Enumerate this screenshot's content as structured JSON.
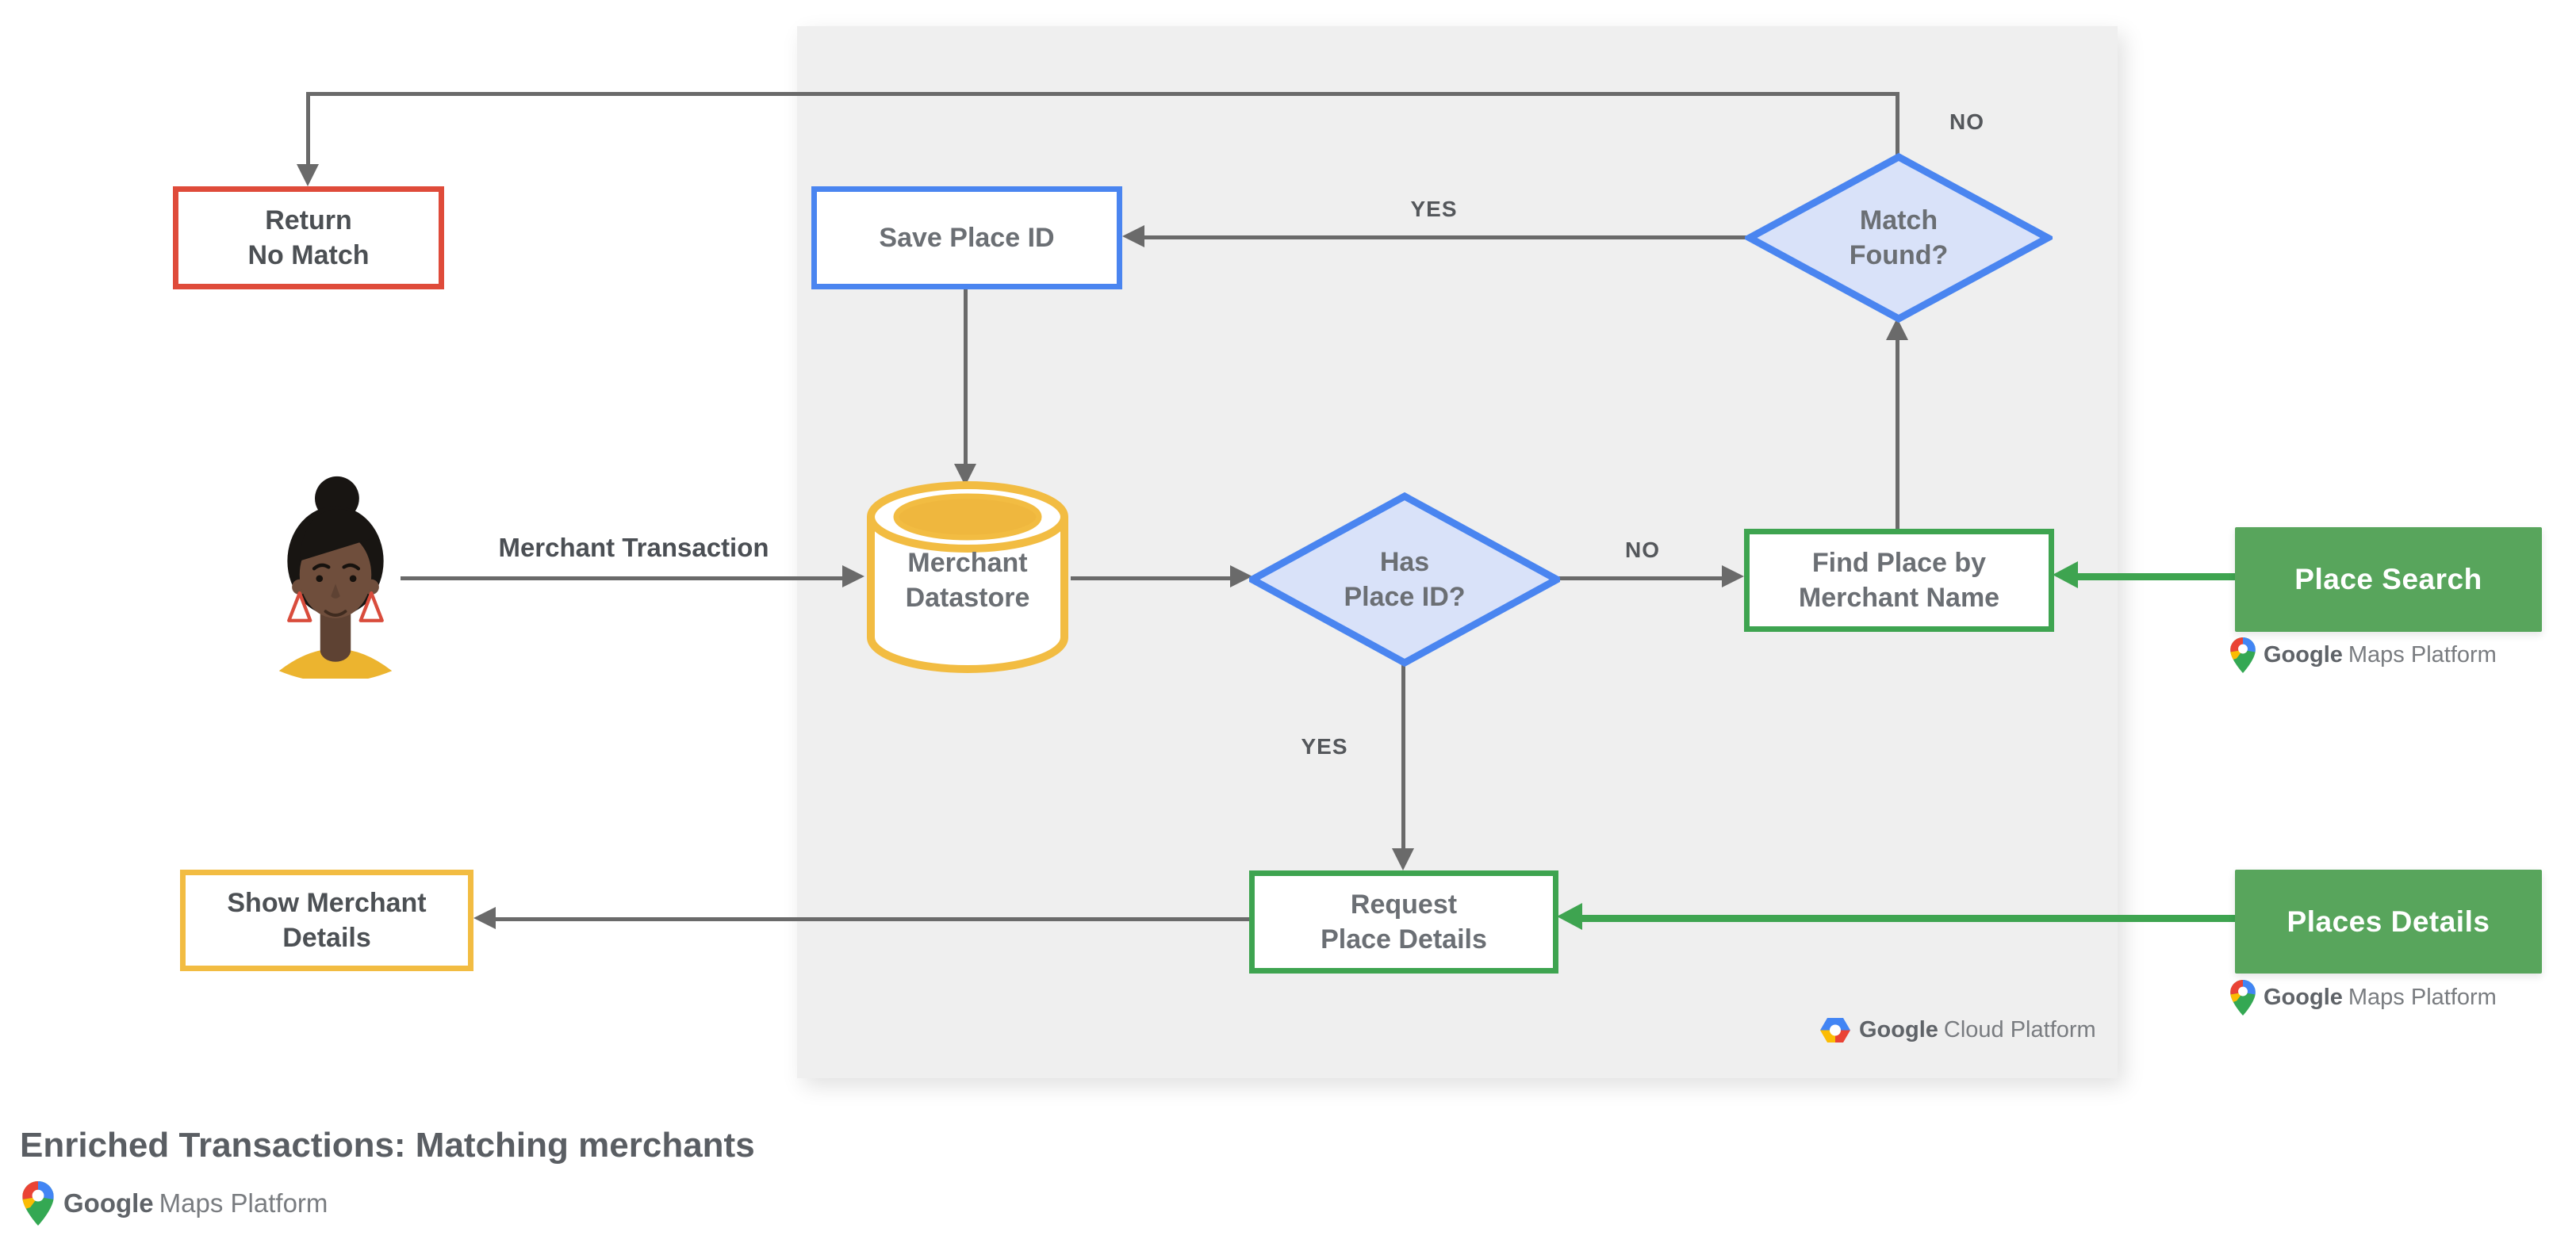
{
  "title": "Enriched Transactions: Matching merchants",
  "nodes": {
    "return_no_match": {
      "line1": "Return",
      "line2": "No Match",
      "border_color": "#DF4B3A"
    },
    "save_place_id": {
      "line1": "Save Place ID",
      "border_color": "#4A85F0"
    },
    "match_found": {
      "line1": "Match",
      "line2": "Found?",
      "border_color": "#4A85F0",
      "fill_color": "#D9E2F9"
    },
    "merchant_datastore": {
      "line1": "Merchant",
      "line2": "Datastore",
      "border_color": "#F2BC42",
      "top_fill": "#EFB73E"
    },
    "has_place_id": {
      "line1": "Has",
      "line2": "Place ID?",
      "border_color": "#4A85F0",
      "fill_color": "#D9E2F9"
    },
    "find_place": {
      "line1": "Find Place by",
      "line2": "Merchant Name",
      "border_color": "#3EA450"
    },
    "request_place_details": {
      "line1": "Request",
      "line2": "Place Details",
      "border_color": "#3EA450"
    },
    "show_merchant_details": {
      "line1": "Show Merchant",
      "line2": "Details",
      "border_color": "#F2BC42"
    },
    "place_search": {
      "label": "Place Search",
      "fill_color": "#58A55C"
    },
    "places_details": {
      "label": "Places Details",
      "fill_color": "#58A55C"
    }
  },
  "edge_labels": {
    "merchant_transaction": "Merchant Transaction",
    "yes_match": "YES",
    "no_match": "NO",
    "no_has": "NO",
    "yes_has": "YES"
  },
  "logos": {
    "maps": {
      "google": "Google",
      "product": "Maps Platform"
    },
    "cloud": {
      "google": "Google",
      "product": "Cloud Platform"
    }
  },
  "colors": {
    "panel_background": "#EFEFEF",
    "connector_gray": "#6A6A6A",
    "google_blue": "#4285F4",
    "google_red": "#EA4335",
    "google_yellow": "#FBBC04",
    "google_green": "#34A853"
  }
}
